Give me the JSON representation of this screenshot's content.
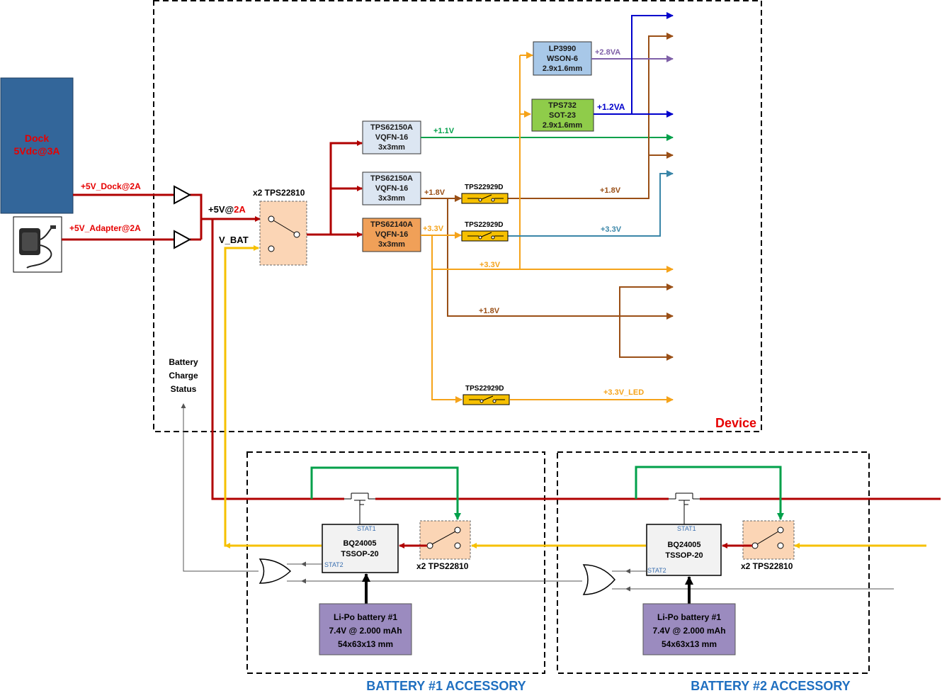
{
  "dock": {
    "line1": "Dock",
    "line2": "5Vdc@3A"
  },
  "inputs": {
    "dock": "+5V_Dock@2A",
    "adapter": "+5V_Adapter@2A"
  },
  "rail": {
    "prefix": "+5V@",
    "suffix": "2A"
  },
  "vbat": "V_BAT",
  "input_switch": "x2 TPS22810",
  "regulators": [
    {
      "l1": "TPS62150A",
      "l2": "VQFN-16",
      "l3": "3x3mm"
    },
    {
      "l1": "TPS62150A",
      "l2": "VQFN-16",
      "l3": "3x3mm"
    },
    {
      "l1": "TPS62140A",
      "l2": "VQFN-16",
      "l3": "3x3mm"
    }
  ],
  "ldos": [
    {
      "l1": "LP3990",
      "l2": "WSON-6",
      "l3": "2.9x1.6mm"
    },
    {
      "l1": "TPS732",
      "l2": "SOT-23",
      "l3": "2.9x1.6mm"
    }
  ],
  "load_switch": "TPS22929D",
  "rails": {
    "v28a": "+2.8VA",
    "v12a": "+1.2VA",
    "v11": "+1.1V",
    "v18": "+1.8V",
    "v33": "+3.3V",
    "v33_led": "+3.3V_LED"
  },
  "charge_status": {
    "l1": "Battery",
    "l2": "Charge",
    "l3": "Status"
  },
  "device_label": "Device",
  "charger": {
    "l1": "BQ24005",
    "l2": "TSSOP-20",
    "stat1": "STAT1",
    "stat2": "STAT2"
  },
  "accessory_switch": "x2 TPS22810",
  "battery": {
    "l1": "Li-Po battery #1",
    "l2": "7.4V @ 2.000 mAh",
    "l3": "54x63x13 mm"
  },
  "accessories": [
    "BATTERY #1 ACCESSORY",
    "BATTERY #2 ACCESSORY"
  ],
  "colors": {
    "red": "#b00000",
    "green": "#00a04a",
    "blue": "#0000cc",
    "purple": "#7f60a8",
    "orange": "#f5a31a",
    "brown": "#9a4f16",
    "teal": "#3a86a8",
    "yellow": "#f6c000",
    "dock_fill": "#33669a",
    "label_red": "#e60000",
    "accessory_blue": "#1f6fc0"
  }
}
